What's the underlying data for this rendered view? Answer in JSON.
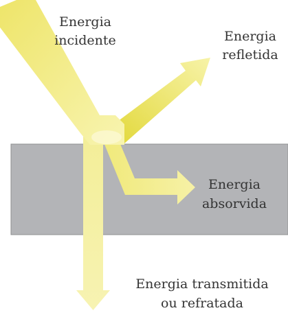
{
  "labels": {
    "incident_line1": "Energia",
    "incident_line2": "incidente",
    "reflected_line1": "Energia",
    "reflected_line2": "refletida",
    "absorbed_line1": "Energia",
    "absorbed_line2": "absorvida",
    "transmitted_line1": "Energia transmitida",
    "transmitted_line2": "ou refratada"
  },
  "colors": {
    "background": "#ffffff",
    "medium": "#b3b4b7",
    "medium_border": "#8f9092",
    "arrow_light": "#f7f3a6",
    "arrow_mid": "#f0ea72",
    "arrow_dark": "#e3da3b",
    "text": "#333333"
  }
}
